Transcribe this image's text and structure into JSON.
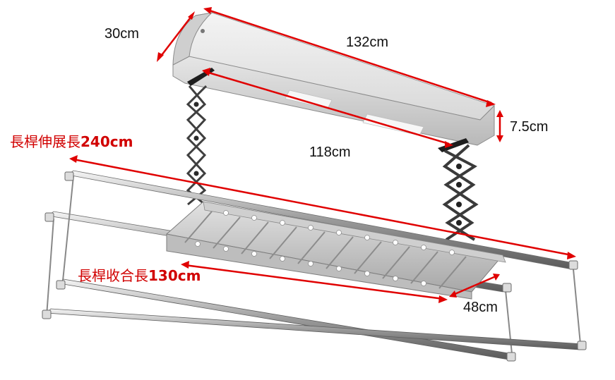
{
  "colors": {
    "dimension_line": "#e00000",
    "red_text": "#d10000",
    "black_text": "#111111",
    "metal_light": "#d9d9d9",
    "metal_dark": "#555555"
  },
  "dimensions": {
    "housing_depth": "30cm",
    "housing_length": "132cm",
    "housing_height": "7.5cm",
    "mount_span": "118cm",
    "rack_depth": "48cm"
  },
  "notes": {
    "extended_prefix": "長桿伸展長",
    "extended_value": "240cm",
    "retracted_prefix": "長桿收合長",
    "retracted_value": "130cm"
  }
}
